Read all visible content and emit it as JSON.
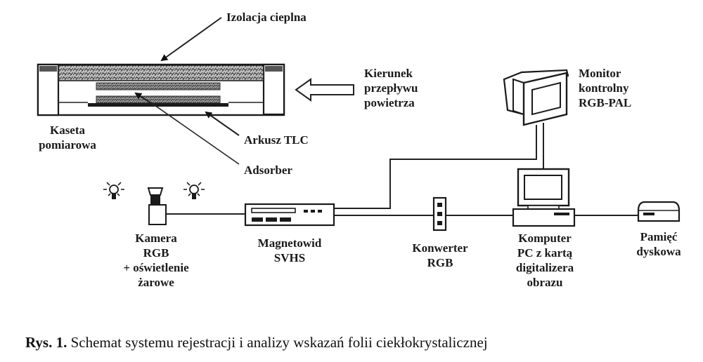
{
  "figure": {
    "caption_prefix": "Rys. 1.",
    "caption_text": " Schemat systemu rejestracji i analizy wskazań folii ciekłokrystalicznej"
  },
  "labels": {
    "thermal_insulation": "Izolacja cieplna",
    "measurement_cassette": [
      "Kaseta",
      "pomiarowa"
    ],
    "tlc_sheet": "Arkusz TLC",
    "adsorber": "Adsorber",
    "air_flow_direction": [
      "Kierunek",
      "przepływu",
      "powietrza"
    ],
    "control_monitor": [
      "Monitor",
      "kontrolny",
      "RGB-PAL"
    ],
    "camera": [
      "Kamera",
      "RGB",
      "+ oświetlenie",
      "żarowe"
    ],
    "vcr": [
      "Magnetowid",
      "SVHS"
    ],
    "converter": [
      "Konwerter",
      "RGB"
    ],
    "computer": [
      "Komputer",
      "PC z kartą",
      "digitalizera",
      "obrazu"
    ],
    "disk_storage": [
      "Pamięć",
      "dyskowa"
    ]
  },
  "icons": {
    "lamp_left": "light-bulb-icon",
    "camera": "video-camera-icon",
    "lamp_right": "light-bulb-icon",
    "vcr": "vcr-icon",
    "converter": "converter-icon",
    "monitor": "crt-monitor-icon",
    "computer": "desktop-computer-icon",
    "disk": "disk-drive-icon",
    "air_arrow": "hollow-arrow-left-icon"
  }
}
